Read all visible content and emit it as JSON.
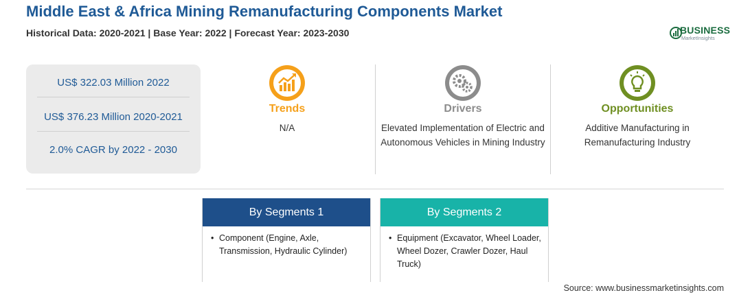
{
  "header": {
    "title": "Middle East & Africa Mining Remanufacturing Components Market",
    "subtitle": "Historical Data: 2020-2021 | Base Year: 2022 | Forecast Year: 2023-2030"
  },
  "logo": {
    "name": "BUSINESS",
    "tagline": "MarketInsights",
    "color": "#1b6c3f"
  },
  "stats": [
    "US$ 322.03 Million 2022",
    "US$ 376.23 Million 2020-2021",
    "2.0% CAGR by 2022 - 2030"
  ],
  "columns": [
    {
      "title": "Trends",
      "text": "N/A",
      "icon": "growth-chart-icon",
      "color": "#f5a01a"
    },
    {
      "title": "Drivers",
      "text": "Elevated Implementation of Electric and Autonomous Vehicles in Mining Industry",
      "icon": "gears-icon",
      "color": "#8c8c8c"
    },
    {
      "title": "Opportunities",
      "text": "Additive Manufacturing in Remanufacturing Industry",
      "icon": "lightbulb-icon",
      "color": "#6f8f22"
    }
  ],
  "segments": [
    {
      "title": "By Segments 1",
      "items": [
        "Component (Engine, Axle, Transmission, Hydraulic Cylinder)"
      ],
      "color": "#1e4f8a"
    },
    {
      "title": "By Segments 2",
      "items": [
        "Equipment (Excavator, Wheel Loader, Wheel Dozer, Crawler Dozer, Haul Truck)"
      ],
      "color": "#18b3a8"
    }
  ],
  "source": "Source: www.businessmarketinsights.com"
}
